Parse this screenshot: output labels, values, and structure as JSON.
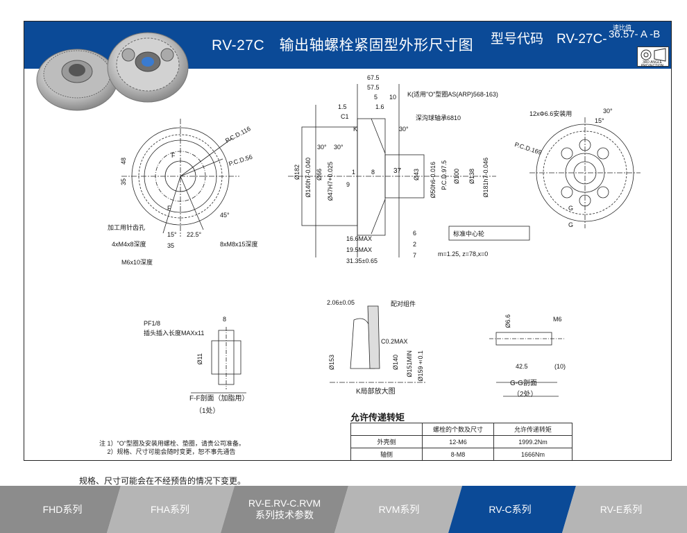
{
  "header": {
    "title": "RV-27C　输出轴螺栓紧固型外形尺寸图",
    "model_label": "型号代码",
    "model_code": "RV-27C-",
    "ratio_label": "速比值",
    "ratio_code": "36.57- A -B",
    "projection": "3RD ANGLE PROJECTION"
  },
  "front_view": {
    "labels": [
      "P.C.D.116",
      "P.C.D.56",
      "加工用针齿孔",
      "4xM4x8深度",
      "M6x10深度",
      "8xM8x15深度"
    ],
    "dims": [
      "48",
      "35",
      "15°",
      "22.5°",
      "35",
      "45°",
      "F",
      "F"
    ]
  },
  "section_view": {
    "labels": [
      "K(适用\"O\"型圈AS(ARP)568-163)",
      "深沟球轴承6810",
      "标准中心轮",
      "m=1.25, z=78,x=0",
      "C1",
      "K"
    ],
    "dims_top": [
      "67.5",
      "57.5",
      "5",
      "10",
      "1.5",
      "1.6",
      "30°"
    ],
    "dims_vert": [
      "Ø182",
      "Ø140h7-0.040",
      "Ø66",
      "Ø47H7+0.025",
      "Ø43",
      "Ø50h6-0.016",
      "P.C.D.97.5",
      "Ø100",
      "Ø138",
      "Ø181h7-0.046"
    ],
    "dims_mid": [
      "8",
      "9",
      "1",
      "37",
      "30°",
      "30°"
    ],
    "dims_bottom": [
      "16.6MAX",
      "19.5MAX",
      "31.35±0.65",
      "6",
      "2",
      "7"
    ]
  },
  "rear_view": {
    "labels": [
      "12xΦ6.6安装用",
      "P.C.D.169",
      "G",
      "G"
    ],
    "dims": [
      "30°",
      "15°"
    ]
  },
  "f_section": {
    "labels": [
      "PF1/8",
      "插头插入长度MAXx11"
    ],
    "dims": [
      "8",
      "Ø11"
    ],
    "caption": "F-F剖面（加脂用）",
    "count": "（1处）"
  },
  "k_detail": {
    "labels": [
      "配对组件",
      "C0.2MAX"
    ],
    "dims": [
      "2.06±0.05",
      "Ø153",
      "Ø140",
      "Ø151MIN",
      "Ø159±0.1"
    ],
    "caption": "K局部放大图"
  },
  "g_section": {
    "labels": [
      "M6"
    ],
    "dims": [
      "Ø6.6",
      "42.5",
      "(10)"
    ],
    "caption": "G-G剖面",
    "count": "（2处）"
  },
  "torque": {
    "title": "允许传递转矩",
    "headers": [
      "",
      "螺栓的个数及尺寸",
      "允许传递转矩"
    ],
    "rows": [
      [
        "外壳侧",
        "12-M6",
        "1999.2Nm"
      ],
      [
        "轴侧",
        "8-M8",
        "1666Nm"
      ]
    ]
  },
  "notes": [
    "注 1）\"O\"型圈及安装用螺栓、垫圈，请贵公司准备。",
    "　 2）规格、尺寸可能会随时变更，恕不事先通告"
  ],
  "footnote": "规格、尺寸可能会在不经预告的情况下变更。",
  "nav": [
    {
      "label": "FHD系列",
      "active": false
    },
    {
      "label": "FHA系列",
      "active": false
    },
    {
      "label": "RV-E.RV-C.RVM\n系列技术参数",
      "active": false
    },
    {
      "label": "RVM系列",
      "active": false
    },
    {
      "label": "RV-C系列",
      "active": true
    },
    {
      "label": "RV-E系列",
      "active": false
    }
  ],
  "colors": {
    "banner": "#0b4a97",
    "nav_active": "#0b4a97",
    "nav_dark": "#8c8c8c",
    "nav_light": "#b5b5b5"
  }
}
